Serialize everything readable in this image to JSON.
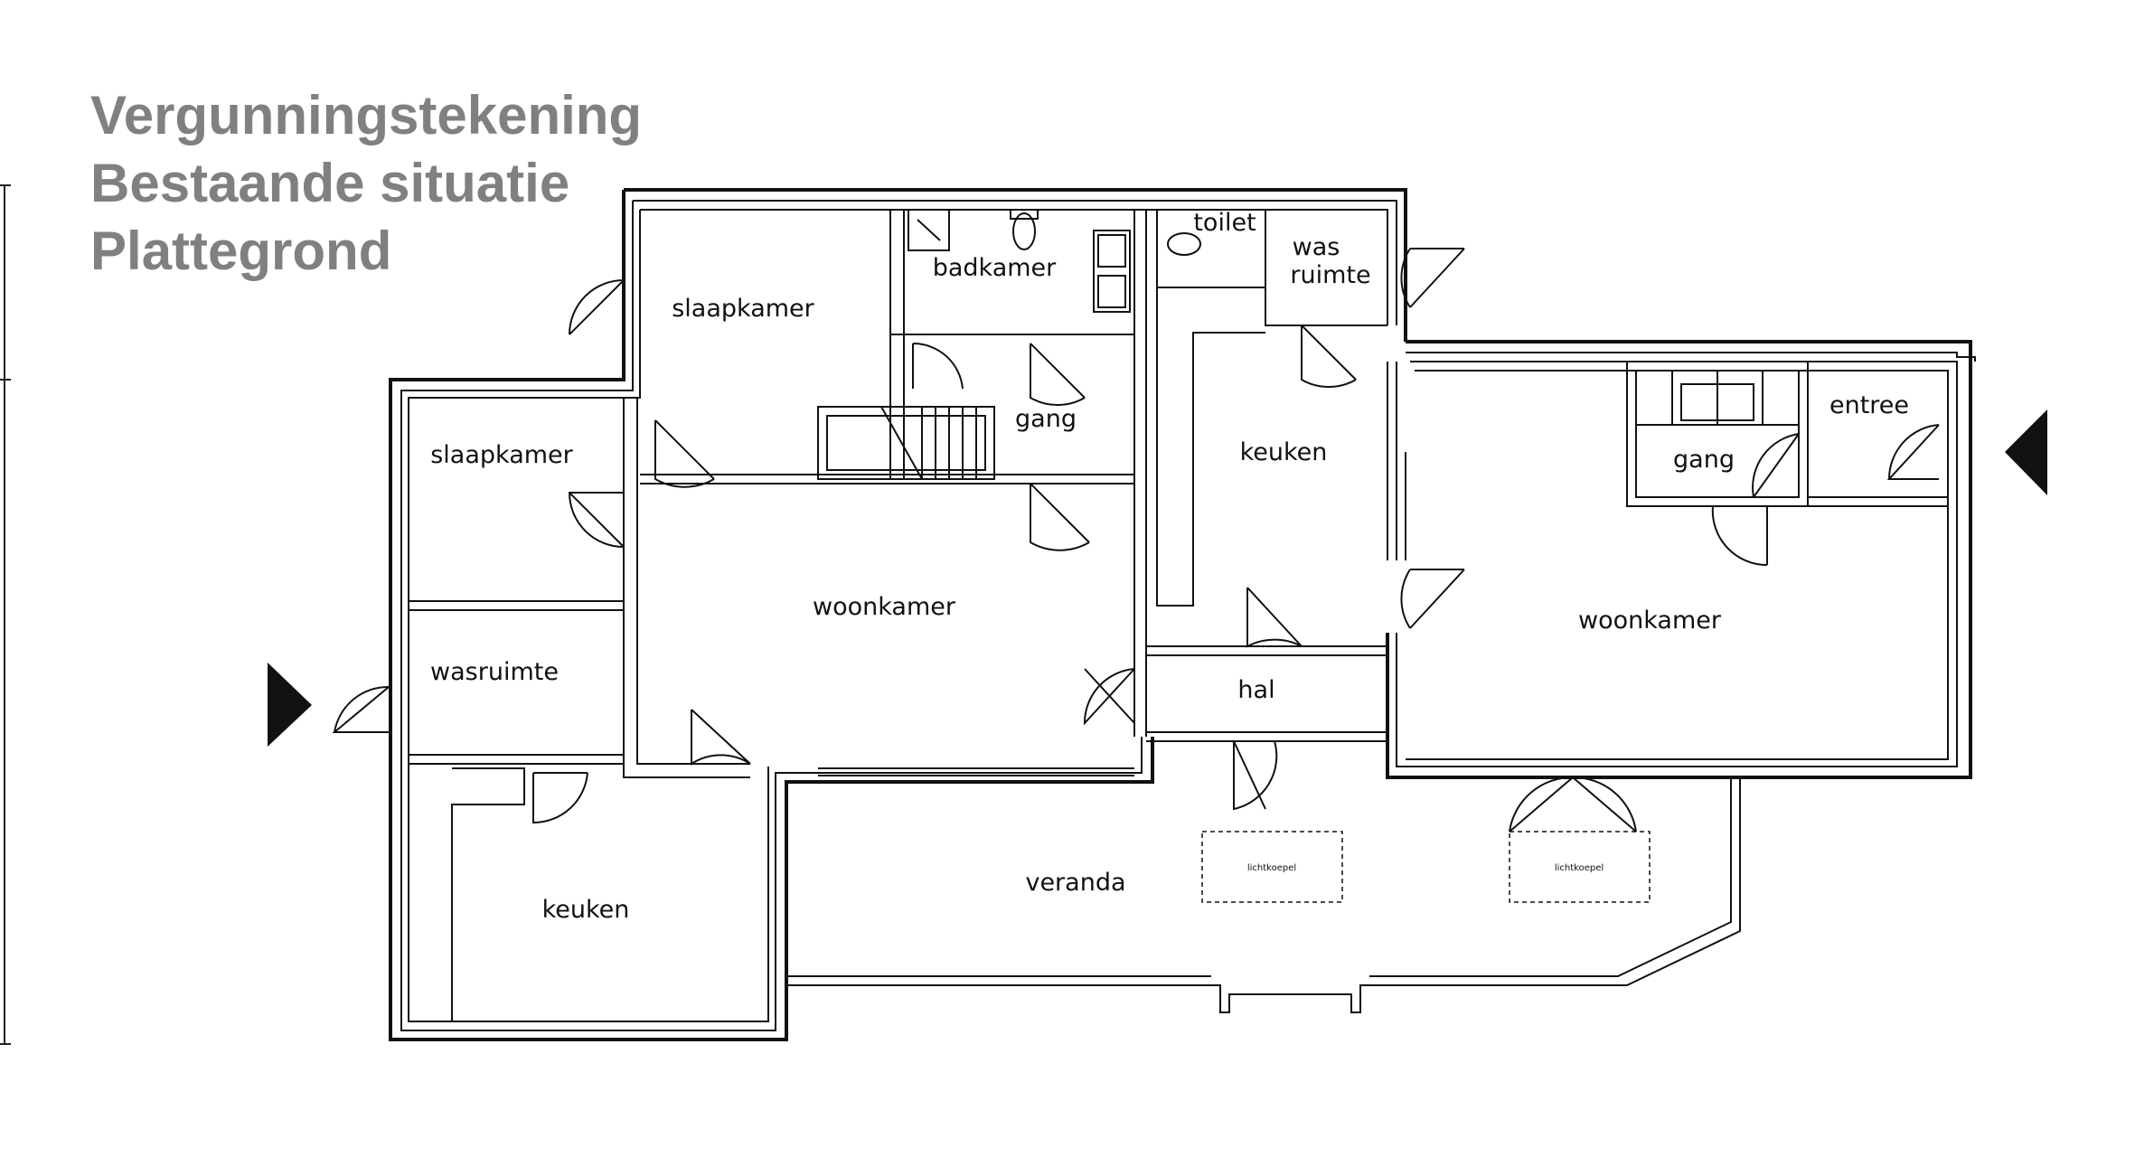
{
  "title": {
    "line1": "Vergunningstekening",
    "line2": "Bestaande situatie",
    "line3": "Plattegrond"
  },
  "rooms": {
    "slaapkamer_top": "slaapkamer",
    "badkamer": "badkamer",
    "toilet": "toilet",
    "was_ruimte_1": "was",
    "was_ruimte_2": "ruimte",
    "gang_middle": "gang",
    "slaapkamer_left": "slaapkamer",
    "keuken_middle": "keuken",
    "woonkamer_left": "woonkamer",
    "wasruimte": "wasruimte",
    "hal": "hal",
    "keuken_bottom": "keuken",
    "veranda": "veranda",
    "lichtkoepel_1": "lichtkoepel",
    "lichtkoepel_2": "lichtkoepel",
    "entree": "entree",
    "gang_right": "gang",
    "woonkamer_right": "woonkamer"
  },
  "icons": {
    "entrance_left": "entrance-arrow-icon",
    "entrance_right": "entrance-arrow-icon"
  }
}
